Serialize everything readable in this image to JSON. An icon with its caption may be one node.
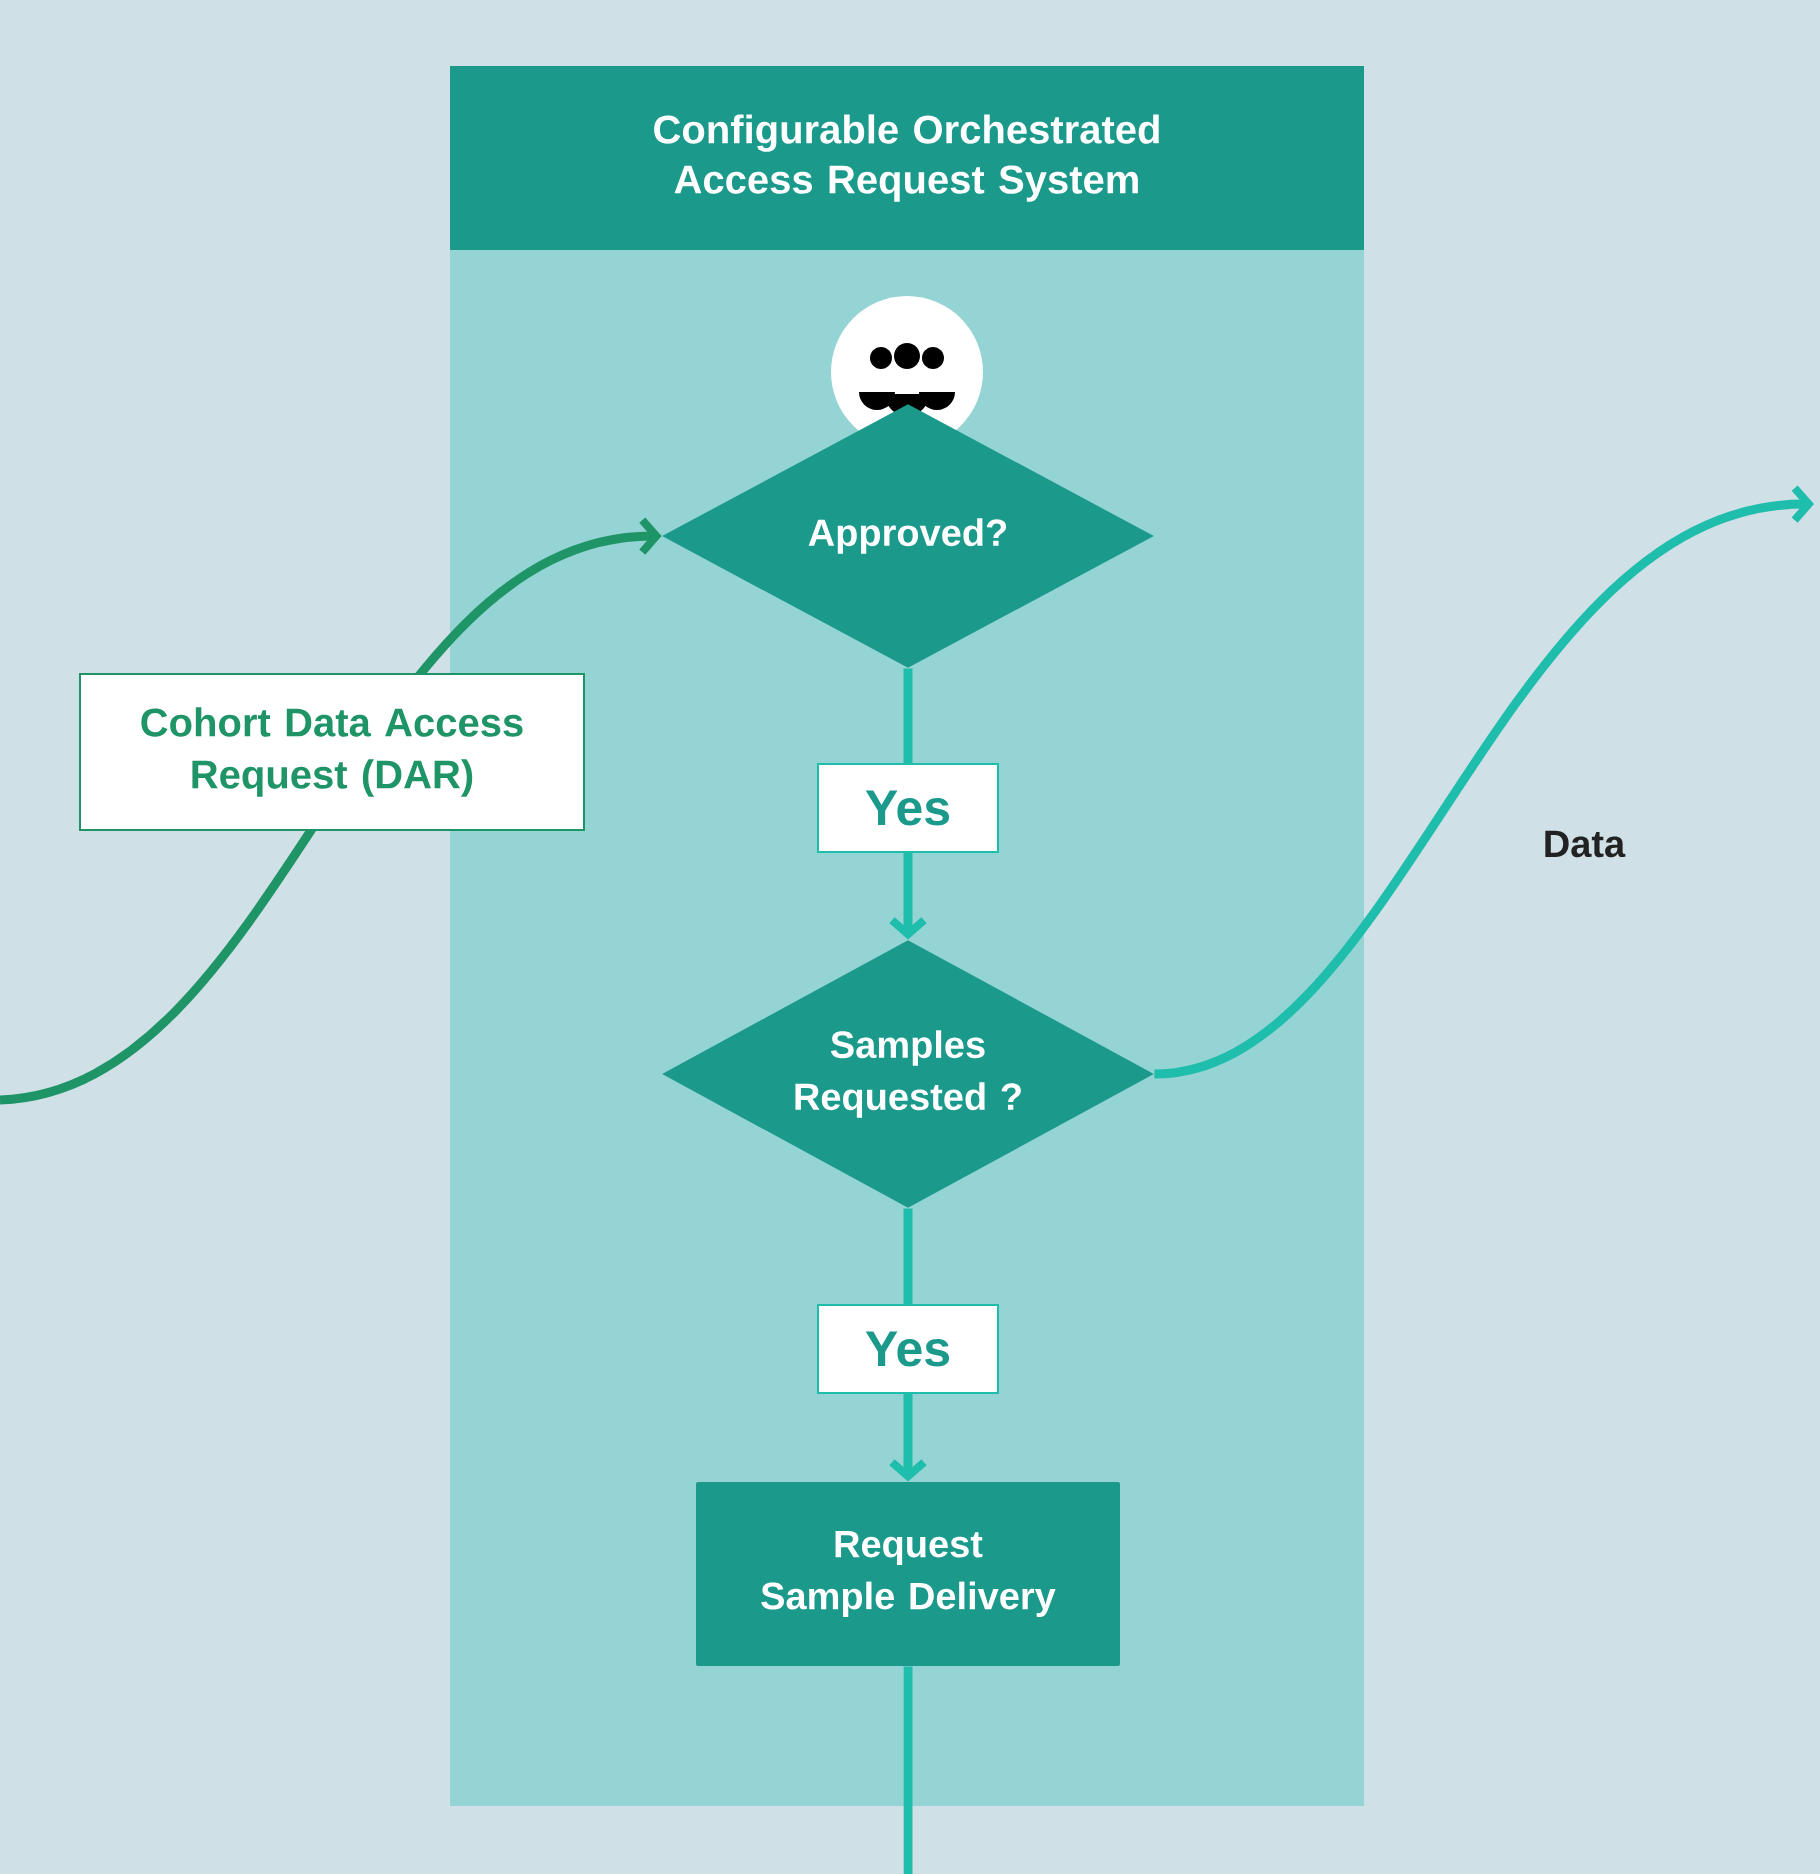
{
  "diagram": {
    "nodes": [
      {
        "text": [
          "Configurable Orchestrated Access Request System"
        ]
      },
      {
        "text": [
          "Approved?"
        ],
        "in": 0
      },
      {
        "text": [
          "Samples Requested ?"
        ],
        "in": 0
      },
      {
        "text": [
          "Request Sample Delivery"
        ],
        "in": 0
      }
    ],
    "edges": [
      {
        "from": null,
        "to": 1,
        "arrow": "to",
        "label": "Cohort Data Access Request (DAR)",
        "color": "#1e9467"
      },
      {
        "from": 1,
        "to": 2,
        "arrow": "to",
        "label": "Yes"
      },
      {
        "from": 2,
        "to": null,
        "arrow": "to",
        "label": "Data"
      },
      {
        "from": 2,
        "to": 3,
        "arrow": "to",
        "label": "Yes"
      },
      {
        "from": 3,
        "to": null,
        "arrow": "none"
      }
    ]
  }
}
